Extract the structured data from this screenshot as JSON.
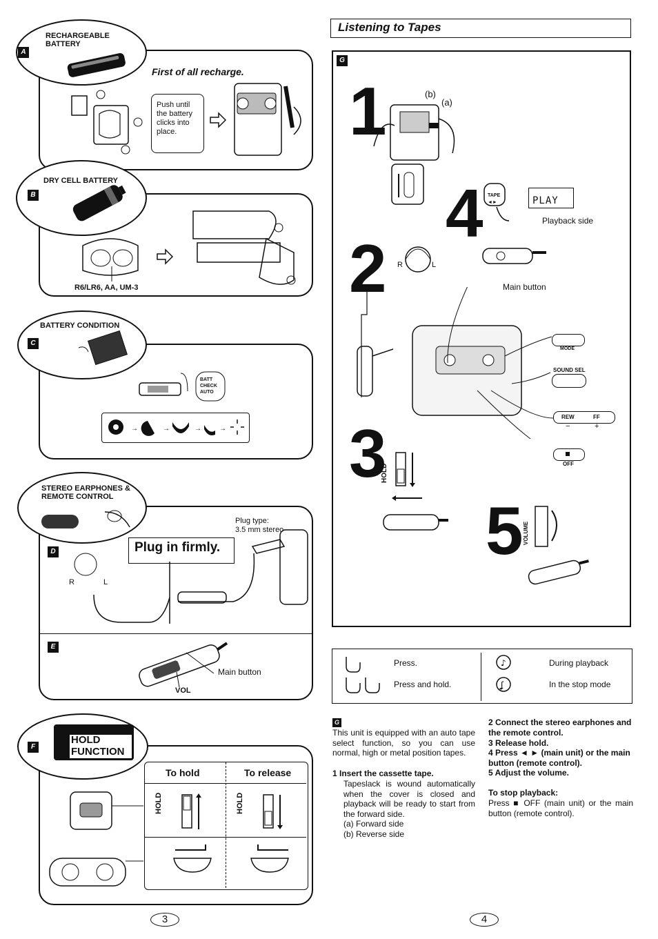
{
  "left": {
    "a": {
      "tag": "A",
      "oval_title": "RECHARGEABLE BATTERY",
      "heading": "First of all recharge.",
      "callout": "Push until the battery clicks into place."
    },
    "b": {
      "tag": "B",
      "oval_title": "DRY CELL BATTERY",
      "battery_type": "R6/LR6, AA, UM-3"
    },
    "c": {
      "tag": "C",
      "oval_title": "BATTERY CONDITION",
      "switch_label": "BATT CHECK AUTO"
    },
    "d": {
      "tag": "D",
      "oval_title": "STEREO EARPHONES & REMOTE CONTROL",
      "plug_note_1": "Plug type:",
      "plug_note_2": "3.5 mm stereo",
      "plug_banner": "Plug in firmly.",
      "r": "R",
      "l": "L"
    },
    "e": {
      "tag": "E",
      "main_button": "Main button",
      "vol": "VOL"
    },
    "f": {
      "tag": "F",
      "oval_title_1": "HOLD",
      "oval_title_2": "FUNCTION",
      "col_hold": "To hold",
      "col_release": "To release",
      "hold_label": "HOLD"
    },
    "page_number": "3"
  },
  "right": {
    "title": "Listening to Tapes",
    "g": {
      "tag": "G",
      "label_b": "(b)",
      "label_a": "(a)",
      "tape_btn": "TAPE",
      "display": "PLAY",
      "playback_side": "Playback side",
      "main_button": "Main button",
      "mode": "MODE",
      "sound_sel": "SOUND SEL",
      "rew": "REW",
      "ff": "FF",
      "minus": "−",
      "plus": "+",
      "off": "OFF",
      "hold": "HOLD",
      "volume": "VOLUME",
      "r": "R",
      "l": "L",
      "steps": [
        "1",
        "2",
        "3",
        "4",
        "5"
      ]
    },
    "legend": {
      "press": "Press.",
      "press_hold": "Press and hold.",
      "during": "During playback",
      "stop": "In the stop mode"
    },
    "text": {
      "tag": "G",
      "intro": "This unit is equipped with an auto tape select function, so you can use normal, high or metal position tapes.",
      "s1_title": "1  Insert the cassette tape.",
      "s1_body": "Tapeslack is wound automatically when the cover is closed and playback will be ready to start from the forward side.",
      "s1_a": "(a)  Forward side",
      "s1_b": "(b)  Reverse side",
      "s2": "2  Connect the stereo earphones and the remote control.",
      "s3": "3  Release hold.",
      "s4": "4  Press ◄ ► (main unit) or the main button (remote control).",
      "s5": "5  Adjust the volume.",
      "stop_title": "To stop playback:",
      "stop_body": "Press ■ OFF (main unit) or the main button (remote control)."
    },
    "page_number": "4"
  }
}
